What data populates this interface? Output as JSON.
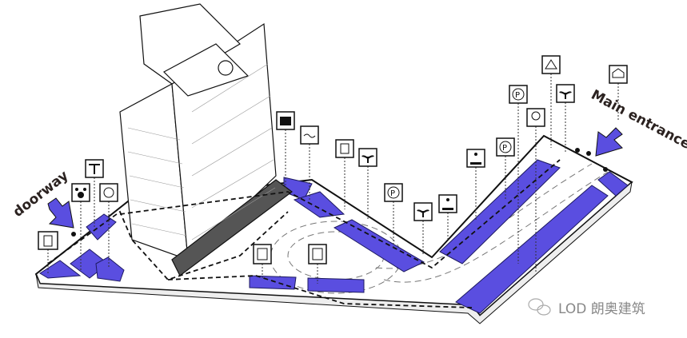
{
  "labels": {
    "doorway": "doorway",
    "main_entrance": "Main entrance"
  },
  "watermark": {
    "text": "LOD 朗奥建筑",
    "icon": "wechat-icon"
  },
  "colors": {
    "accent": "#5a4ee0",
    "line": "#111111"
  },
  "icons": [
    "trash-icon",
    "pet-icon",
    "bike-icon",
    "charging-icon",
    "package-icon",
    "wave-icon",
    "storage-icon",
    "plant-icon",
    "parking-icon",
    "pedestrian-icon",
    "tree-icon",
    "map-icon",
    "home-icon",
    "ev-charger-icon"
  ]
}
